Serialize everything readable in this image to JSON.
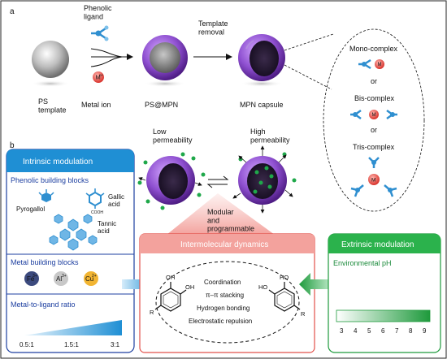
{
  "panel_a": {
    "label": "a",
    "phenolic_ligand": "Phenolic\nligand",
    "metal_ion_symbol": "M",
    "metal_ion_sup": "n+",
    "ps_template": "PS\ntemplate",
    "metal_ion": "Metal ion",
    "ps_mpn": "PS@MPN",
    "template_removal": "Template\nremoval",
    "mpn_capsule": "MPN capsule",
    "mono": "Mono-complex",
    "or1": "or",
    "bis": "Bis-complex",
    "or2": "or",
    "tris": "Tris-complex"
  },
  "panel_b": {
    "label": "b",
    "low_perm": "Low\npermeability",
    "high_perm": "High\npermeability",
    "modular": "Modular\nand\nprogrammable",
    "intrinsic": {
      "header": "Intrinsic modulation",
      "phenolic_blocks": "Phenolic building blocks",
      "pyrogallol": "Pyrogallol",
      "gallic": "Gallic\nacid",
      "cooh": "COOH",
      "tannic": "Tannic\nacid",
      "metal_blocks": "Metal building blocks",
      "fe": "Fe",
      "fe_sup": "3+",
      "al": "Al",
      "al_sup": "3+",
      "cu": "Cu",
      "cu_sup": "2+",
      "ratio_title": "Metal-to-ligand ratio",
      "ratios": [
        "0.5:1",
        "1.5:1",
        "3:1"
      ]
    },
    "inter": {
      "header": "Intermolecular dynamics",
      "forces": [
        "Coordination",
        "π–π stacking",
        "Hydrogen bonding",
        "Electrostatic repulsion"
      ],
      "oh": "OH",
      "ho": "HO",
      "r": "R"
    },
    "extrinsic": {
      "header": "Extrinsic modulation",
      "env": "Environmental pH",
      "ph_ticks": [
        "3",
        "4",
        "5",
        "6",
        "7",
        "8",
        "9"
      ]
    }
  },
  "colors": {
    "purple": "#7b3fb5",
    "blue_header": "#1f8fd4",
    "red_header": "#f08a86",
    "green_header": "#2bb24c",
    "metal_red": "#e2504a",
    "ligand_blue": "#2f8fd0"
  }
}
